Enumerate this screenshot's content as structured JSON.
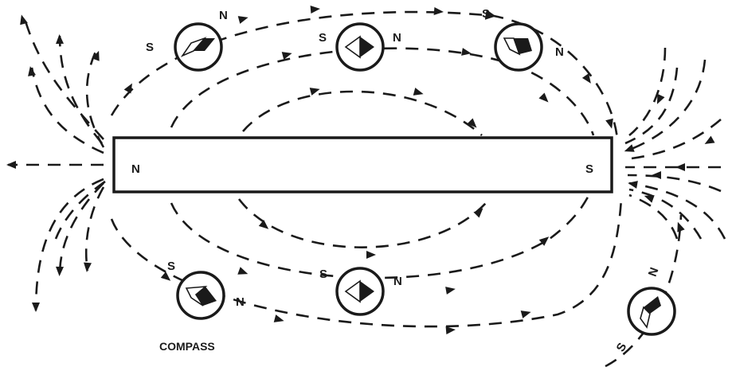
{
  "magnet": {
    "north_label": "N",
    "south_label": "S"
  },
  "compass_caption": "COMPASS",
  "compasses": [
    {
      "north": "N",
      "south": "S"
    },
    {
      "north": "N",
      "south": "S"
    },
    {
      "north": "N",
      "south": "S"
    },
    {
      "north": "N",
      "south": "S"
    },
    {
      "north": "N",
      "south": "S"
    },
    {
      "north": "N",
      "south": "S"
    }
  ]
}
